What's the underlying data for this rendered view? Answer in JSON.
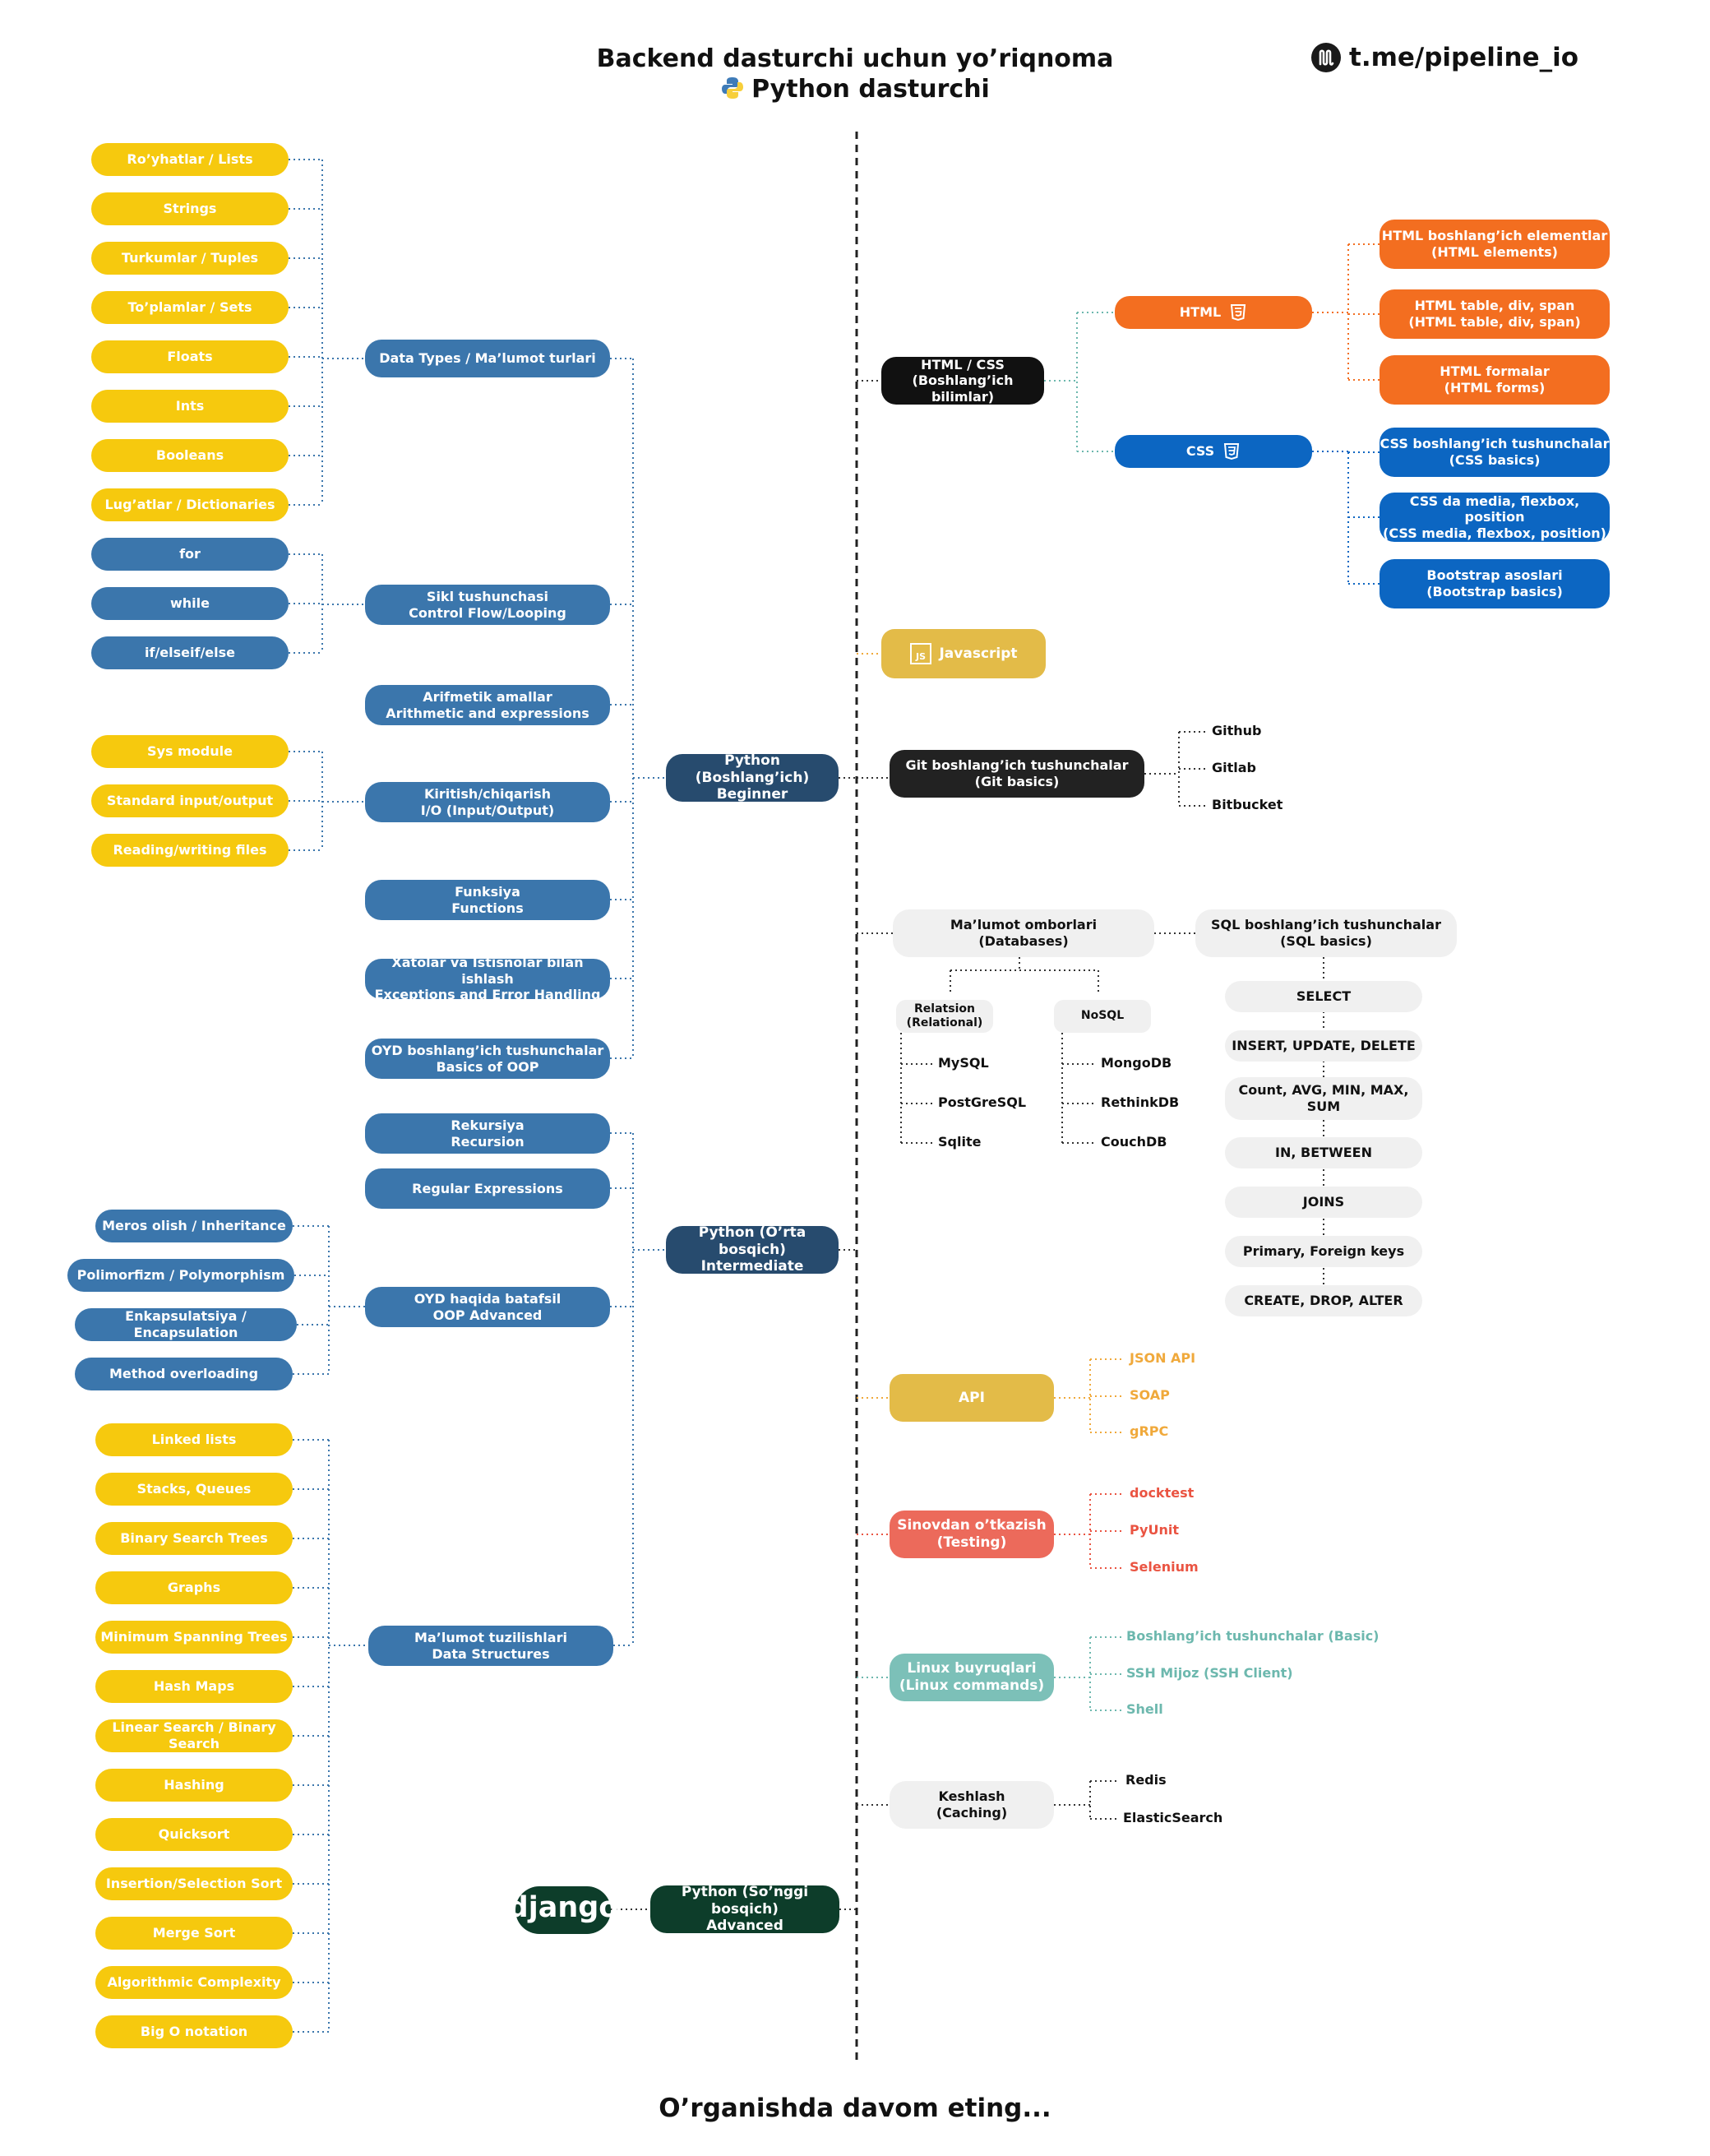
{
  "header": {
    "title": "Backend dasturchi uchun yo’riqnoma",
    "subtitle": "Python dasturchi",
    "telegram": "t.me/pipeline_io"
  },
  "footer": "O’rganishda davom eting...",
  "left": {
    "data_types": [
      "Ro’yhatlar / Lists",
      "Strings",
      "Turkumlar / Tuples",
      "To’plamlar / Sets",
      "Floats",
      "Ints",
      "Booleans",
      "Lug’atlar / Dictionaries"
    ],
    "loops": [
      "for",
      "while",
      "if/elseif/else"
    ],
    "io": [
      "Sys module",
      "Standard input/output",
      "Reading/writing files"
    ],
    "beginner_topics": [
      "Data Types / Ma’lumot turlari",
      "Sikl tushunchasi\nControl Flow/Looping",
      "Arifmetik amallar\nArithmetic and expressions",
      "Kiritish/chiqarish\nI/O (Input/Output)",
      "Funksiya\nFunctions",
      "Xatolar va Istisnolar bilan ishlash\nExceptions and Error Handling",
      "OYD boshlang’ich tushunchalar\nBasics of OOP"
    ],
    "intermediate_topics": [
      "Rekursiya\nRecursion",
      "Regular Expressions",
      "OYD haqida batafsil\nOOP Advanced",
      "Ma’lumot tuzilishlari\nData Structures"
    ],
    "oop_advanced": [
      "Meros olish / Inheritance",
      "Polimorfizm / Polymorphism",
      "Enkapsulatsiya / Encapsulation",
      "Method overloading"
    ],
    "data_structures": [
      "Linked lists",
      "Stacks, Queues",
      "Binary Search Trees",
      "Graphs",
      "Minimum Spanning Trees",
      "Hash Maps",
      "Linear Search / Binary Search",
      "Hashing",
      "Quicksort",
      "Insertion/Selection Sort",
      "Merge Sort",
      "Algorithmic Complexity",
      "Big O notation"
    ]
  },
  "levels": {
    "beginner": "Python (Boshlang’ich)\nBeginner",
    "intermediate": "Python (O’rta bosqich)\nIntermediate",
    "advanced": "Python (So’nggi bosqich)\nAdvanced",
    "framework": "django"
  },
  "right": {
    "html_css": "HTML / CSS\n(Boshlang’ich bilimlar)",
    "html": "HTML",
    "css": "CSS",
    "html_items": [
      "HTML boshlang’ich elementlar\n(HTML elements)",
      "HTML table, div, span\n(HTML table, div, span)",
      "HTML formalar\n(HTML forms)"
    ],
    "css_items": [
      "CSS boshlang’ich tushunchalar\n(CSS basics)",
      "CSS da media, flexbox, position\n(CSS media, flexbox, position)",
      "Bootstrap asoslari\n(Bootstrap basics)"
    ],
    "javascript": "Javascript",
    "git": "Git boshlang’ich tushunchalar\n(Git basics)",
    "git_items": [
      "Github",
      "Gitlab",
      "Bitbucket"
    ],
    "databases": "Ma’lumot omborlari\n(Databases)",
    "relational": "Relatsion\n(Relational)",
    "nosql": "NoSQL",
    "relational_items": [
      "MySQL",
      "PostGreSQL",
      "Sqlite"
    ],
    "nosql_items": [
      "MongoDB",
      "RethinkDB",
      "CouchDB"
    ],
    "sql": "SQL boshlang’ich tushunchalar\n(SQL basics)",
    "sql_items": [
      "SELECT",
      "INSERT, UPDATE, DELETE",
      "Count, AVG, MIN, MAX,\nSUM",
      "IN, BETWEEN",
      "JOINS",
      "Primary, Foreign keys",
      "CREATE, DROP, ALTER"
    ],
    "api": "API",
    "api_items": [
      "JSON API",
      "SOAP",
      "gRPC"
    ],
    "testing": "Sinovdan o’tkazish\n(Testing)",
    "testing_items": [
      "docktest",
      "PyUnit",
      "Selenium"
    ],
    "linux": "Linux buyruqlari\n(Linux commands)",
    "linux_items": [
      "Boshlang’ich tushunchalar (Basic)",
      "SSH Mijoz (SSH Client)",
      "Shell"
    ],
    "caching": "Keshlash\n(Caching)",
    "caching_items": [
      "Redis",
      "ElasticSearch"
    ]
  },
  "colors": {
    "yellow": "#f6c90e",
    "blue": "#3b76ac",
    "dark_blue": "#274b6e",
    "orange": "#f36e20",
    "css_blue": "#0c66c2",
    "js_yellow": "#e3bb48",
    "red": "#ec6a5b",
    "teal": "#7cc0b8",
    "django_green": "#0d3d2a"
  }
}
